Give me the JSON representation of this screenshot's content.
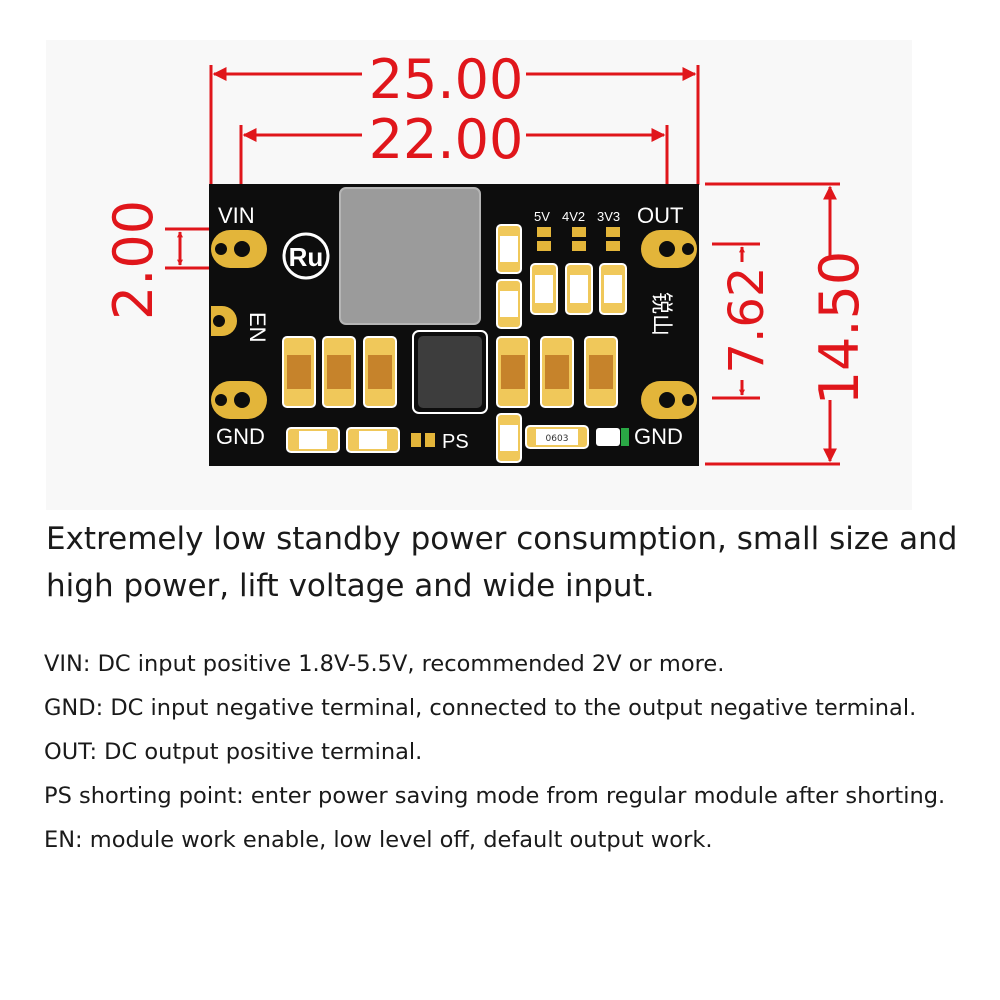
{
  "dimensions": {
    "overall_width": "25.00",
    "hole_spacing": "22.00",
    "overall_height": "14.50",
    "pin_pitch": "7.62",
    "pad_size": "2.00"
  },
  "board_labels": {
    "vin": "VIN",
    "en": "EN",
    "gnd_left": "GND",
    "gnd_right": "GND",
    "out": "OUT",
    "ps": "PS",
    "v5": "5V",
    "v42": "4V2",
    "v33": "3V3",
    "logo": "Ru",
    "vertical_mark": "锐山",
    "res_0603": "0603"
  },
  "colors": {
    "dimension": "#e0161b",
    "board": "#0d0d0d",
    "pad": "#e3b53a",
    "inductor": "#9b9b9b",
    "capacitor_end": "#f0c85a",
    "capacitor_body": "#c6832b"
  },
  "headline": "Extremely low standby power consumption, small size and high power, lift voltage and wide input.",
  "pin_descriptions": [
    "VIN: DC input positive 1.8V-5.5V, recommended 2V or more.",
    "GND: DC input negative terminal, connected to the output negative terminal.",
    "OUT: DC output positive terminal.",
    "PS shorting point: enter power saving mode from regular module after shorting.",
    "EN: module work enable, low level off, default output work."
  ]
}
